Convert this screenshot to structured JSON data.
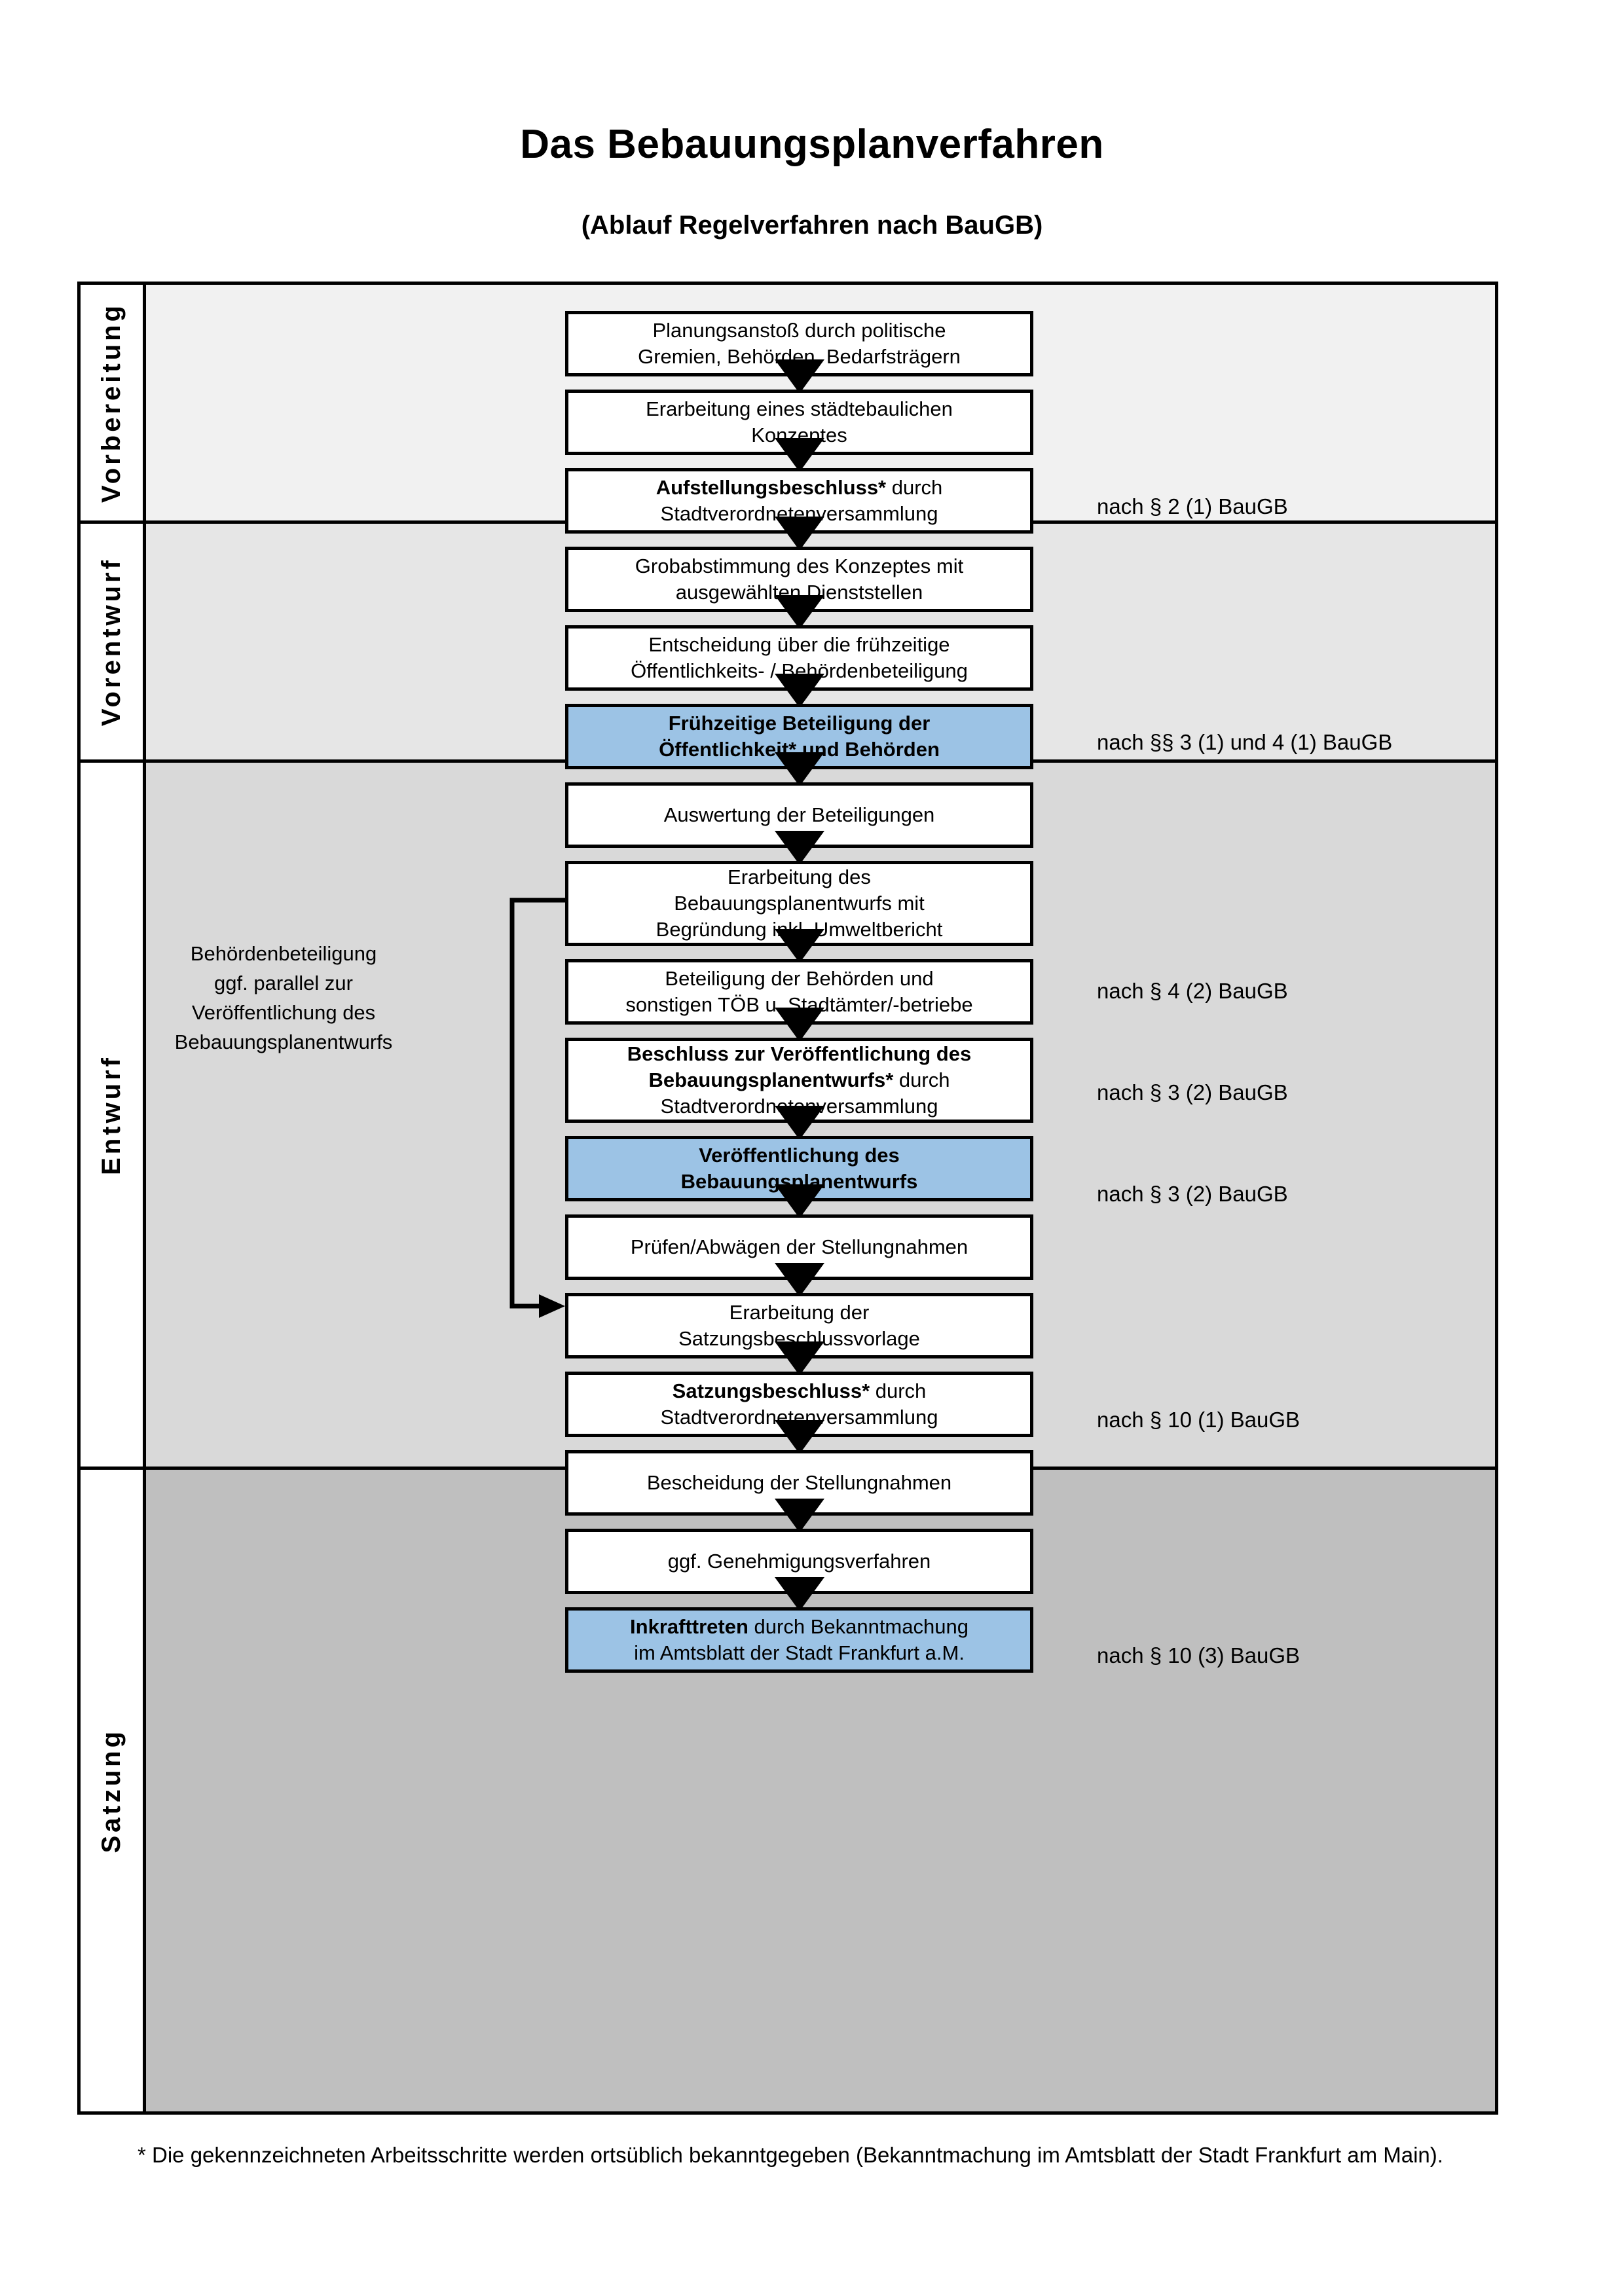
{
  "header": {
    "title": "Das Bebauungsplanverfahren",
    "subtitle": "(Ablauf Regelverfahren nach BauGB)"
  },
  "colors": {
    "highlight_blue": "#9CC3E5",
    "band_1": "#F1F1F1",
    "band_2": "#E6E6E6",
    "band_3": "#D9D9D9",
    "band_4": "#BFBFBF",
    "line": "#000000"
  },
  "phases": [
    {
      "label": "Vorbereitung"
    },
    {
      "label": "Vorentwurf"
    },
    {
      "label": "Entwurf"
    },
    {
      "label": "Satzung"
    }
  ],
  "steps": [
    {
      "id": "planungsanstoss",
      "phase": "Vorbereitung",
      "highlight": false,
      "lines": [
        {
          "text": "Planungsanstoß durch politische",
          "bold": false
        },
        {
          "text": "Gremien, Behörden, Bedarfsträgern",
          "bold": false
        }
      ]
    },
    {
      "id": "staedtebauliches-konzept",
      "phase": "Vorbereitung",
      "highlight": false,
      "lines": [
        {
          "text": "Erarbeitung eines städtebaulichen",
          "bold": false
        },
        {
          "text": "Konzeptes",
          "bold": false
        }
      ]
    },
    {
      "id": "aufstellungsbeschluss",
      "phase": "Vorbereitung",
      "highlight": false,
      "lines": [
        {
          "text": "Aufstellungsbeschluss*",
          "bold": true,
          "suffix": " durch"
        },
        {
          "text": "Stadtverordnetenversammlung",
          "bold": false
        }
      ]
    },
    {
      "id": "grobabstimmung",
      "phase": "Vorentwurf",
      "highlight": false,
      "lines": [
        {
          "text": "Grobabstimmung des Konzeptes mit",
          "bold": false
        },
        {
          "text": "ausgewählten Dienststellen",
          "bold": false
        }
      ]
    },
    {
      "id": "entscheidung-fruehzeitige",
      "phase": "Vorentwurf",
      "highlight": false,
      "lines": [
        {
          "text": "Entscheidung über die frühzeitige",
          "bold": false
        },
        {
          "text": "Öffentlichkeits- / Behördenbeteiligung",
          "bold": false
        }
      ]
    },
    {
      "id": "fruehzeitige-beteiligung",
      "phase": "Vorentwurf",
      "highlight": true,
      "lines": [
        {
          "text": "Frühzeitige Beteiligung der",
          "bold": true
        },
        {
          "text": "Öffentlichkeit* und Behörden",
          "bold": true
        }
      ]
    },
    {
      "id": "auswertung-beteiligungen",
      "phase": "Entwurf",
      "highlight": false,
      "lines": [
        {
          "text": "Auswertung der Beteiligungen",
          "bold": false
        }
      ]
    },
    {
      "id": "erarbeitung-bplanentwurf",
      "phase": "Entwurf",
      "highlight": false,
      "lines": [
        {
          "text": "Erarbeitung des",
          "bold": false
        },
        {
          "text": "Bebauungsplanentwurfs mit",
          "bold": false
        },
        {
          "text": "Begründung inkl. Umweltbericht",
          "bold": false
        }
      ]
    },
    {
      "id": "beteiligung-behoerden",
      "phase": "Entwurf",
      "highlight": false,
      "lines": [
        {
          "text": "Beteiligung der Behörden und",
          "bold": false
        },
        {
          "text": "sonstigen TÖB u. Stadtämter/-betriebe",
          "bold": false
        }
      ]
    },
    {
      "id": "beschluss-veroeffentlichung",
      "phase": "Entwurf",
      "highlight": false,
      "lines": [
        {
          "text": "Beschluss zur Veröffentlichung des",
          "bold": true
        },
        {
          "text": "Bebauungsplanentwurfs*",
          "bold": true,
          "suffix": " durch"
        },
        {
          "text": "Stadtverordnetenversammlung",
          "bold": false
        }
      ]
    },
    {
      "id": "veroeffentlichung-bplanentwurf",
      "phase": "Entwurf",
      "highlight": true,
      "lines": [
        {
          "text": "Veröffentlichung des",
          "bold": true
        },
        {
          "text": "Bebauungsplanentwurfs",
          "bold": true
        }
      ]
    },
    {
      "id": "pruefen-abwaegen",
      "phase": "Satzung",
      "highlight": false,
      "lines": [
        {
          "text": "Prüfen/Abwägen der Stellungnahmen",
          "bold": false
        }
      ]
    },
    {
      "id": "satzungsbeschlussvorlage",
      "phase": "Satzung",
      "highlight": false,
      "lines": [
        {
          "text": "Erarbeitung der",
          "bold": false
        },
        {
          "text": "Satzungsbeschlussvorlage",
          "bold": false
        }
      ]
    },
    {
      "id": "satzungsbeschluss",
      "phase": "Satzung",
      "highlight": false,
      "lines": [
        {
          "text": "Satzungsbeschluss*",
          "bold": true,
          "suffix": " durch"
        },
        {
          "text": "Stadtverordnetenversammlung",
          "bold": false
        }
      ]
    },
    {
      "id": "bescheidung-stellungnahmen",
      "phase": "Satzung",
      "highlight": false,
      "lines": [
        {
          "text": "Bescheidung der Stellungnahmen",
          "bold": false
        }
      ]
    },
    {
      "id": "genehmigungsverfahren",
      "phase": "Satzung",
      "highlight": false,
      "lines": [
        {
          "text": "ggf. Genehmigungsverfahren",
          "bold": false
        }
      ]
    },
    {
      "id": "inkrafttreten",
      "phase": "Satzung",
      "highlight": true,
      "lines": [
        {
          "text": "Inkrafttreten",
          "bold": true,
          "suffix": " durch Bekanntmachung"
        },
        {
          "text": "im Amtsblatt der Stadt Frankfurt a.M.",
          "bold": false
        }
      ]
    }
  ],
  "legal_refs": [
    {
      "id": "ref-aufstellungsbeschluss",
      "text": "nach § 2 (1) BauGB"
    },
    {
      "id": "ref-fruehzeitige-beteiligung",
      "text": "nach §§ 3 (1) und 4 (1) BauGB"
    },
    {
      "id": "ref-beteiligung-behoerden",
      "text": "nach § 4 (2) BauGB"
    },
    {
      "id": "ref-beschluss-veroeffentlichung",
      "text": "nach § 3 (2) BauGB"
    },
    {
      "id": "ref-veroeffentlichung",
      "text": "nach § 3 (2) BauGB"
    },
    {
      "id": "ref-satzungsbeschluss",
      "text": "nach § 10 (1) BauGB"
    },
    {
      "id": "ref-inkrafttreten",
      "text": "nach § 10 (3) BauGB"
    }
  ],
  "side_note": {
    "lines": [
      "Behördenbeteiligung",
      "ggf. parallel zur",
      "Veröffentlichung des",
      "Bebauungsplanentwurfs"
    ]
  },
  "footnote": {
    "text": "* Die gekennzeichneten Arbeitsschritte werden ortsüblich bekanntgegeben (Bekanntmachung im Amtsblatt  der Stadt Frankfurt am Main)."
  }
}
